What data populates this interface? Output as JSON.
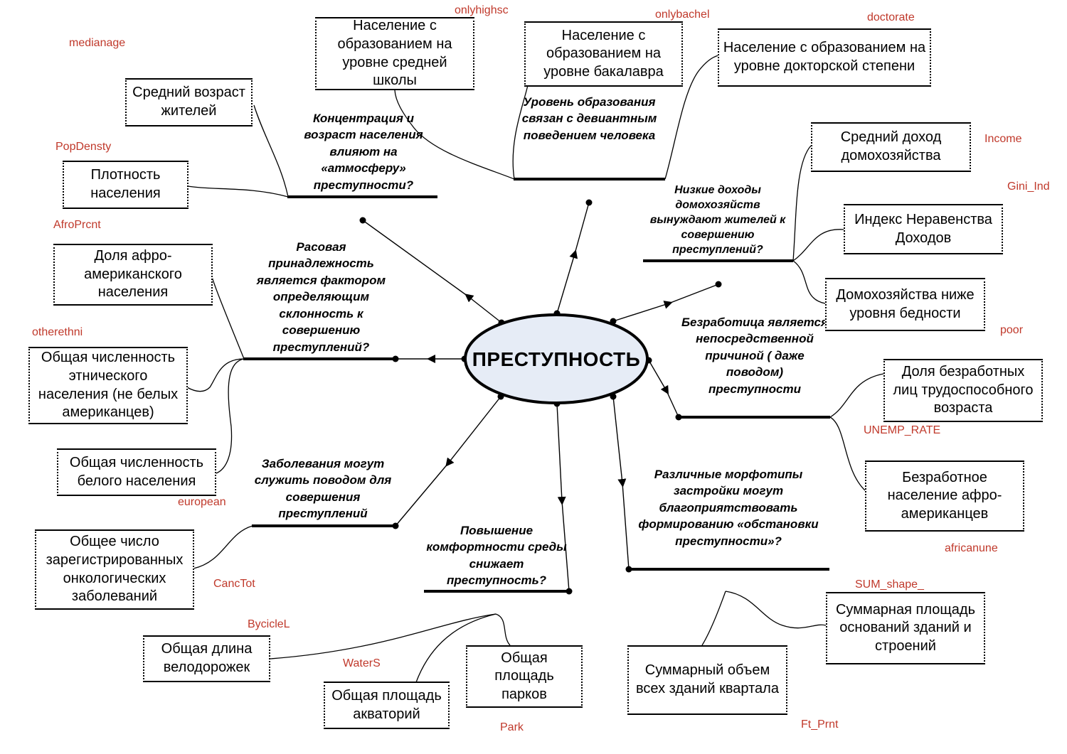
{
  "center": {
    "title": "ПРЕСТУПНОСТЬ"
  },
  "questions": {
    "concentration": "Концентрация и возраст населения влияют на «атмосферу» преступности?",
    "education": "Уровень образования связан с девиантным поведением человека",
    "income": "Низкие доходы домохозяйств вынуждают жителей к совершению преступлений?",
    "race": "Расовая принадлежность является фактором определяющим склонность к совершению преступлений?",
    "unemployment": "Безработица является непосредственной причиной ( даже поводом) преступности",
    "disease": "Заболевания могут служить поводом для совершения преступлений",
    "comfort": "Повышение комфортности среды снижает преступность?",
    "morphotypes": "Различные морфотипы застройки могут благоприятствовать формированию «обстановки преступности»?"
  },
  "factors": {
    "median_age": {
      "label": "Средний возраст жителей",
      "variable": "medianage"
    },
    "pop_density": {
      "label": "Плотность населения",
      "variable": "PopDensty"
    },
    "high_school": {
      "label": "Население с образованием на уровне средней школы",
      "variable": "onlyhighsc"
    },
    "bachelor": {
      "label": "Население с образованием на уровне бакалавра",
      "variable": "onlybachel"
    },
    "doctorate": {
      "label": "Население с образованием на уровне докторской степени",
      "variable": "doctorate"
    },
    "income": {
      "label": "Средний доход домохозяйства",
      "variable": "Income"
    },
    "gini": {
      "label": "Индекс Неравенства Доходов",
      "variable": "Gini_Ind"
    },
    "poverty": {
      "label": "Домохозяйства ниже уровня бедности",
      "variable": "poor"
    },
    "afro": {
      "label": "Доля афро-американского населения",
      "variable": "AfroPrcnt"
    },
    "other_ethnic": {
      "label": "Общая численность этнического населения (не белых американцев)",
      "variable": "otherethni"
    },
    "european": {
      "label": "Общая численность белого населения",
      "variable": "european"
    },
    "unemp_rate": {
      "label": "Доля безработных лиц трудоспособного возраста",
      "variable": "UNEMP_RATE"
    },
    "afro_unemp": {
      "label": "Безработное население афро-американцев",
      "variable": "africanune"
    },
    "cancer": {
      "label": "Общее число зарегистрированных онкологических заболеваний",
      "variable": "CancTot"
    },
    "bicycle": {
      "label": "Общая длина велодорожек",
      "variable": "BycicleL"
    },
    "water": {
      "label": "Общая площадь акваторий",
      "variable": "WaterS"
    },
    "parks": {
      "label": "Общая площадь парков",
      "variable": "Park"
    },
    "footprint": {
      "label": "Суммарная площадь оснований зданий и строений",
      "variable": "SUM_shape_"
    },
    "volume": {
      "label": "Суммарный объем всех зданий квартала",
      "variable": "Ft_Prnt"
    }
  }
}
